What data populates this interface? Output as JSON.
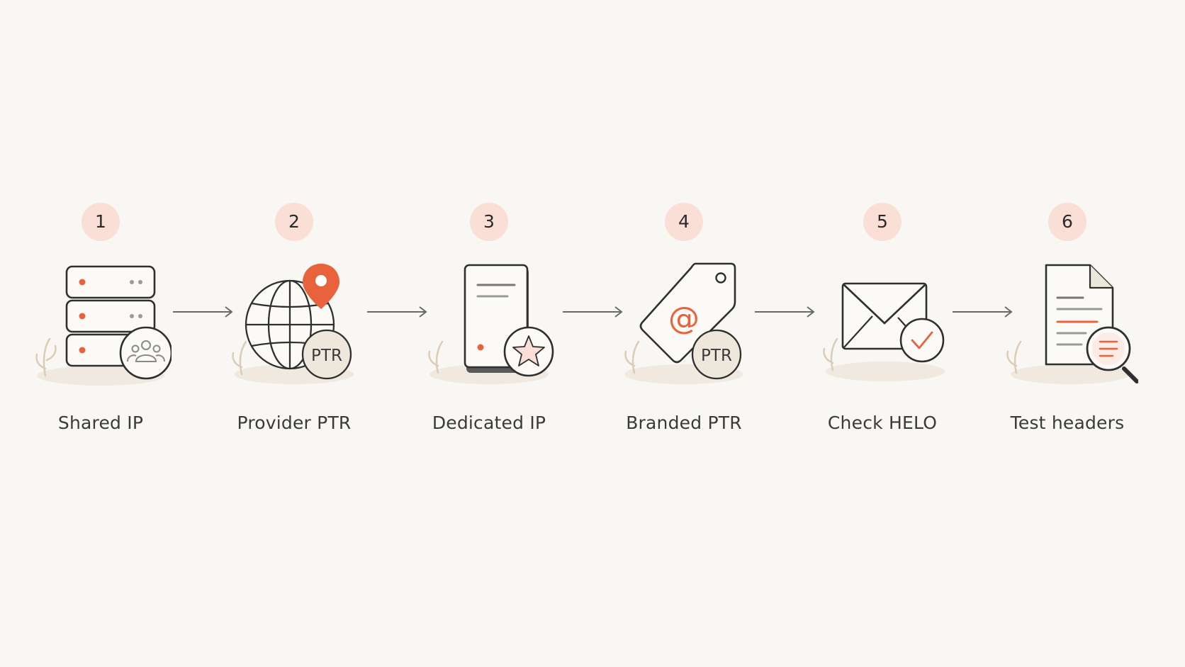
{
  "diagram": {
    "steps": [
      {
        "number": "1",
        "label": "Shared IP",
        "icon": "shared-server-icon"
      },
      {
        "number": "2",
        "label": "Provider PTR",
        "icon": "globe-pin-icon",
        "badge_text": "PTR"
      },
      {
        "number": "3",
        "label": "Dedicated IP",
        "icon": "dedicated-server-icon"
      },
      {
        "number": "4",
        "label": "Branded PTR",
        "icon": "at-tag-icon",
        "badge_text": "PTR"
      },
      {
        "number": "5",
        "label": "Check HELO",
        "icon": "envelope-check-icon"
      },
      {
        "number": "6",
        "label": "Test headers",
        "icon": "document-search-icon"
      }
    ],
    "colors": {
      "accent": "#e8623c",
      "badge_bg": "#fadfd6",
      "stroke": "#2f2f2f",
      "background": "#f9f7f3"
    }
  }
}
